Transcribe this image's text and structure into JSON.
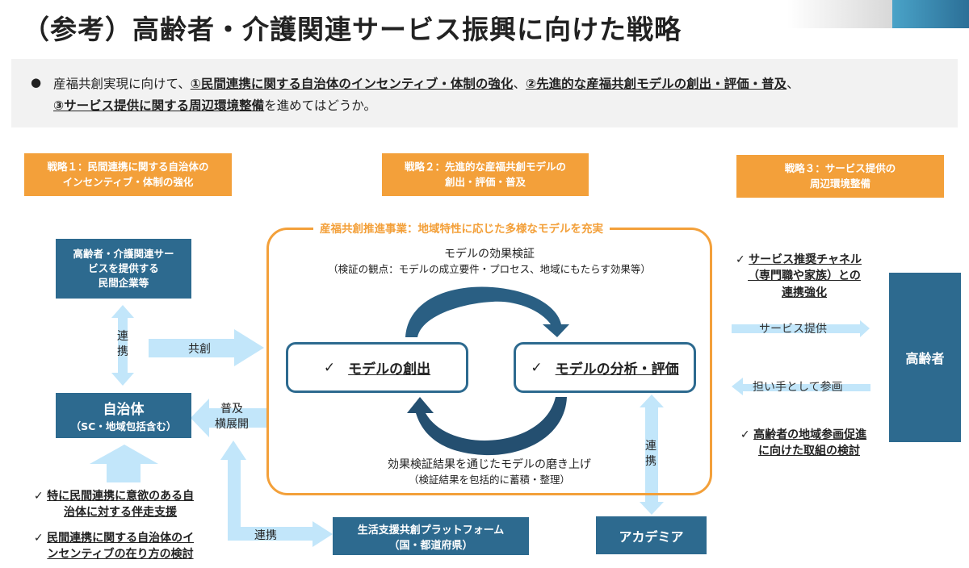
{
  "title": "（参考）高齢者・介護関連サービス振興に向けた戦略",
  "summary": {
    "prefix": "産福共創実現に向けて、",
    "item1": "①民間連携に関する自治体のインセンティブ・体制の強化",
    "sep1": "、",
    "item2": "②先進的な産福共創モデルの創出・評価・普及",
    "sep2": "、",
    "item3": "③サービス提供に関する周辺環境整備",
    "suffix": "を進めてはどうか。"
  },
  "strategies": [
    {
      "line1": "戦略１：民間連携に関する自治体の",
      "line2": "インセンティブ・体制の強化"
    },
    {
      "line1": "戦略２：先進的な産福共創モデルの",
      "line2": "創出・評価・普及"
    },
    {
      "line1": "戦略３：サービス提供の",
      "line2": "周辺環境整備"
    }
  ],
  "frame_label": "産福共創推進事業：地域特性に応じた多様なモデルを充実",
  "cycle": {
    "top_title": "モデルの効果検証",
    "top_sub": "（検証の観点：モデルの成立要件・プロセス、地域にもたらす効果等）",
    "bottom_title": "効果検証結果を通じたモデルの磨き上げ",
    "bottom_sub": "（検証結果を包括的に蓄積・整理）",
    "check": "✓",
    "create": "モデルの創出",
    "analyze": "モデルの分析・評価"
  },
  "actors": {
    "companies": [
      "高齢者・介護関連サー",
      "ビスを提供する",
      "民間企業等"
    ],
    "municipality": "自治体",
    "municipality_sub": "（SC・地域包括含む）",
    "platform": "生活支援共創プラットフォーム",
    "platform_sub": "（国・都道府県）",
    "academia": "アカデミア",
    "elderly": "高齢者"
  },
  "arrow_labels": {
    "link_vertical": [
      "連",
      "携"
    ],
    "cocreate": "共創",
    "spread": [
      "普及",
      "横展開"
    ],
    "link_platform": "連携",
    "link_academia": [
      "連",
      "携"
    ],
    "service": "サービス提供",
    "participate": "担い手として参画"
  },
  "left_checks": [
    {
      "mark": "✓",
      "lines": [
        "特に民間連携に意欲のある自",
        "治体に対する伴走支援"
      ]
    },
    {
      "mark": "✓",
      "lines": [
        "民間連携に関する自治体のイ",
        "ンセンティブの在り方の検討"
      ]
    }
  ],
  "right_checks": [
    {
      "mark": "✓",
      "lines": [
        "サービス推奨チャネル",
        "（専門職や家族）との",
        "連携強化"
      ]
    },
    {
      "mark": "✓",
      "lines": [
        "高齢者の地域参画促進",
        "に向けた取組の検討"
      ]
    }
  ],
  "colors": {
    "orange": "#f3a03a",
    "navy": "#2d6a8f",
    "arrow": "#c2e6fa",
    "cycle": "#2a5f83"
  }
}
